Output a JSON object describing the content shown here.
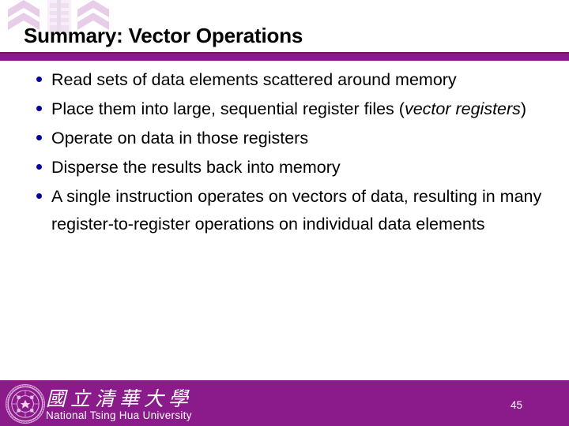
{
  "slide": {
    "title": "Summary: Vector Operations",
    "accent_color": "#8B1A8B",
    "bullet_color": "#00009B",
    "background_color": "#ffffff",
    "bullets": [
      {
        "id": "bullet-read",
        "text": "Read sets of data elements scattered around memory"
      },
      {
        "id": "bullet-place",
        "text_before": "Place them into large, sequential register files (",
        "text_italic": "vector registers",
        "text_after": ")"
      },
      {
        "id": "bullet-operate",
        "text": "Operate on data in those registers"
      },
      {
        "id": "bullet-disperse",
        "text": "Disperse the results back into memory"
      },
      {
        "id": "bullet-single-instruction",
        "text": "A single instruction operates on vectors of data, resulting in many register-to-register operations on individual data elements"
      }
    ]
  },
  "footer": {
    "university_name_cn": "國立清華大學",
    "university_name_en": "National Tsing Hua University",
    "page_number": "45",
    "seal_icon": "university-seal-icon",
    "bar_color": "#8B1A8B",
    "text_color": "#ffffff"
  },
  "decoration": {
    "chevron_icon": "chevron-wave-decoration",
    "watermark_icon": "chinese-character-watermark",
    "chevron_color": "#E8CDE8",
    "watermark_color": "#EBD8EB"
  }
}
